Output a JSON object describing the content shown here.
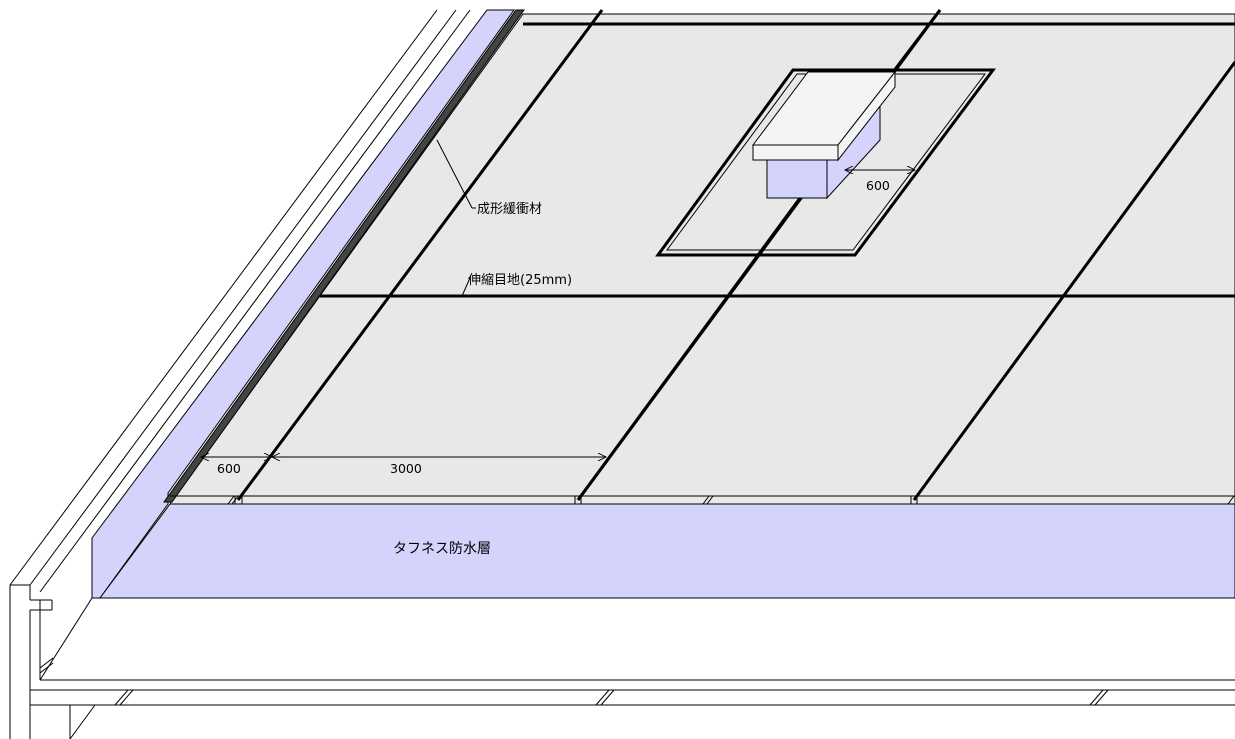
{
  "colors": {
    "slab": "#e8e8e8",
    "membrane": "#d3d3fb",
    "line": "#000000",
    "background": "#ffffff"
  },
  "labels": {
    "cushion": "成形緩衝材",
    "expansion_joint": "伸縮目地(25mm)",
    "waterproof": "タフネス防水層"
  },
  "dimensions": {
    "edge_offset": "600",
    "joint_spacing": "3000",
    "penetration_clearance": "600"
  }
}
